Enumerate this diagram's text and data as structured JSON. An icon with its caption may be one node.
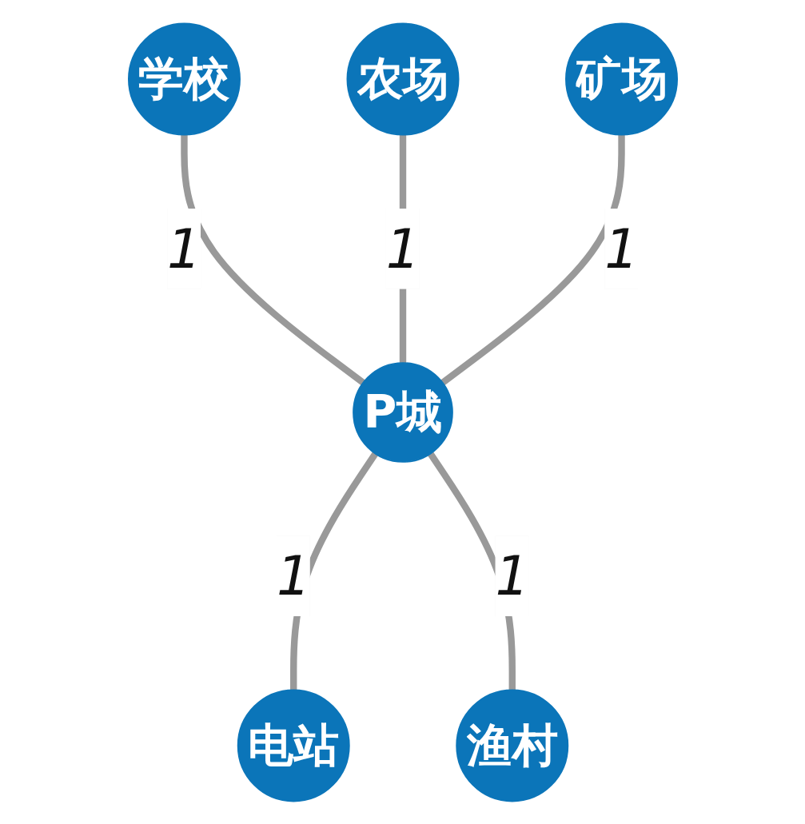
{
  "diagram": {
    "nodes": [
      {
        "text": [
          "学校"
        ]
      },
      {
        "text": [
          "农场"
        ]
      },
      {
        "text": [
          "矿场"
        ]
      },
      {
        "text": [
          "P城"
        ]
      },
      {
        "text": [
          "电站"
        ]
      },
      {
        "text": [
          "渔村"
        ]
      }
    ],
    "edges": [
      {
        "from": 0,
        "to": 3,
        "arrow": "none",
        "label": "1"
      },
      {
        "from": 1,
        "to": 3,
        "arrow": "none",
        "label": "1"
      },
      {
        "from": 2,
        "to": 3,
        "arrow": "none",
        "label": "1"
      },
      {
        "from": 3,
        "to": 4,
        "arrow": "none",
        "label": "1"
      },
      {
        "from": 3,
        "to": 5,
        "arrow": "none",
        "label": "1"
      }
    ]
  }
}
